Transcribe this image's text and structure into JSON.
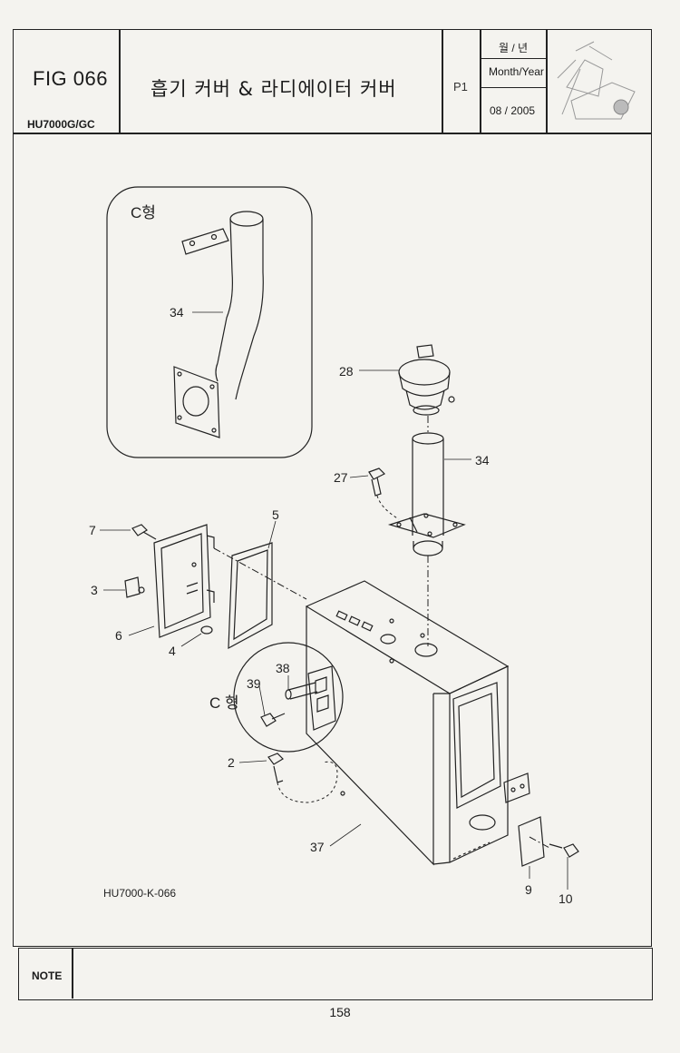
{
  "header": {
    "fig_id": "FIG 066",
    "model": "HU7000G/GC",
    "title": "흡기 커버 & 라디에이터 커버",
    "page_code": "P1",
    "month_year_ko": "월 / 년",
    "month_year_en": "Month/Year",
    "date": "08 / 2005"
  },
  "diagram": {
    "drawing_code": "HU7000-K-066",
    "inset_top_label": "C형",
    "inset_mid_label": "C 형",
    "callouts": [
      "34",
      "28",
      "34",
      "27",
      "7",
      "5",
      "3",
      "6",
      "4",
      "38",
      "39",
      "2",
      "37",
      "9",
      "10"
    ]
  },
  "footer": {
    "note_label": "NOTE",
    "page_number": "158"
  }
}
